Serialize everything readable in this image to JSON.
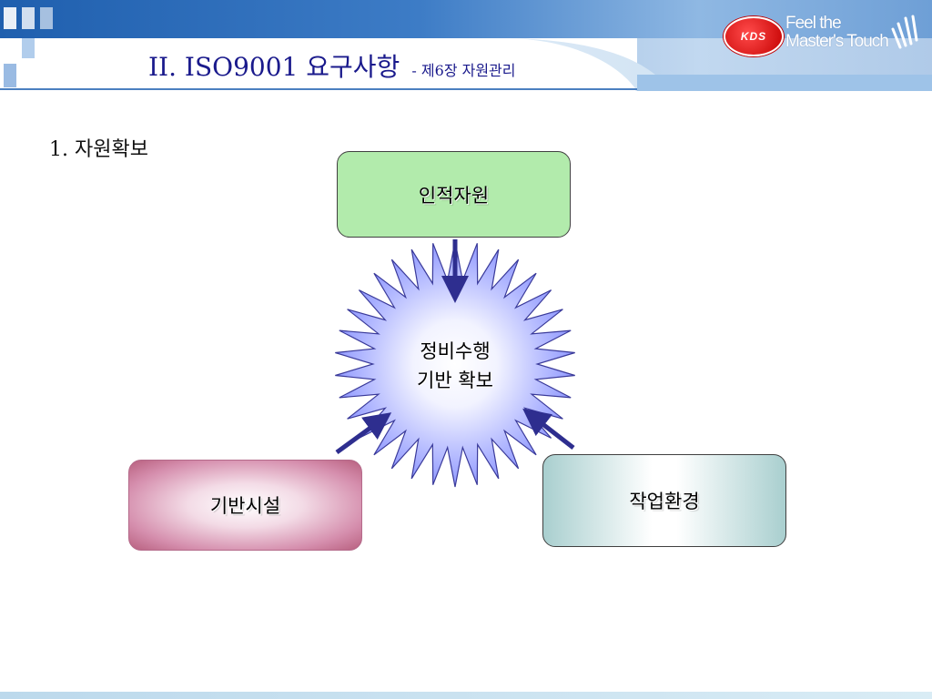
{
  "header": {
    "title_main": "II. ISO9001 요구사항",
    "title_sub": "- 제6장 자원관리",
    "logo_badge": "KDS",
    "logo_line1": "Feel the",
    "logo_line2": "Master's Touch"
  },
  "section": {
    "heading": "1. 자원확보"
  },
  "diagram": {
    "top_node": "인적자원",
    "left_node": "기반시설",
    "right_node": "작업환경",
    "center_line1": "정비수행",
    "center_line2": "기반 확보"
  },
  "colors": {
    "title": "#1a1a8c",
    "top_node_fill": "#b2ebac",
    "left_node_fill": "#d58ead",
    "right_node_fill": "#a9cfcf",
    "burst_fill": "#9fa8ff",
    "arrow": "#2e2e8f"
  }
}
